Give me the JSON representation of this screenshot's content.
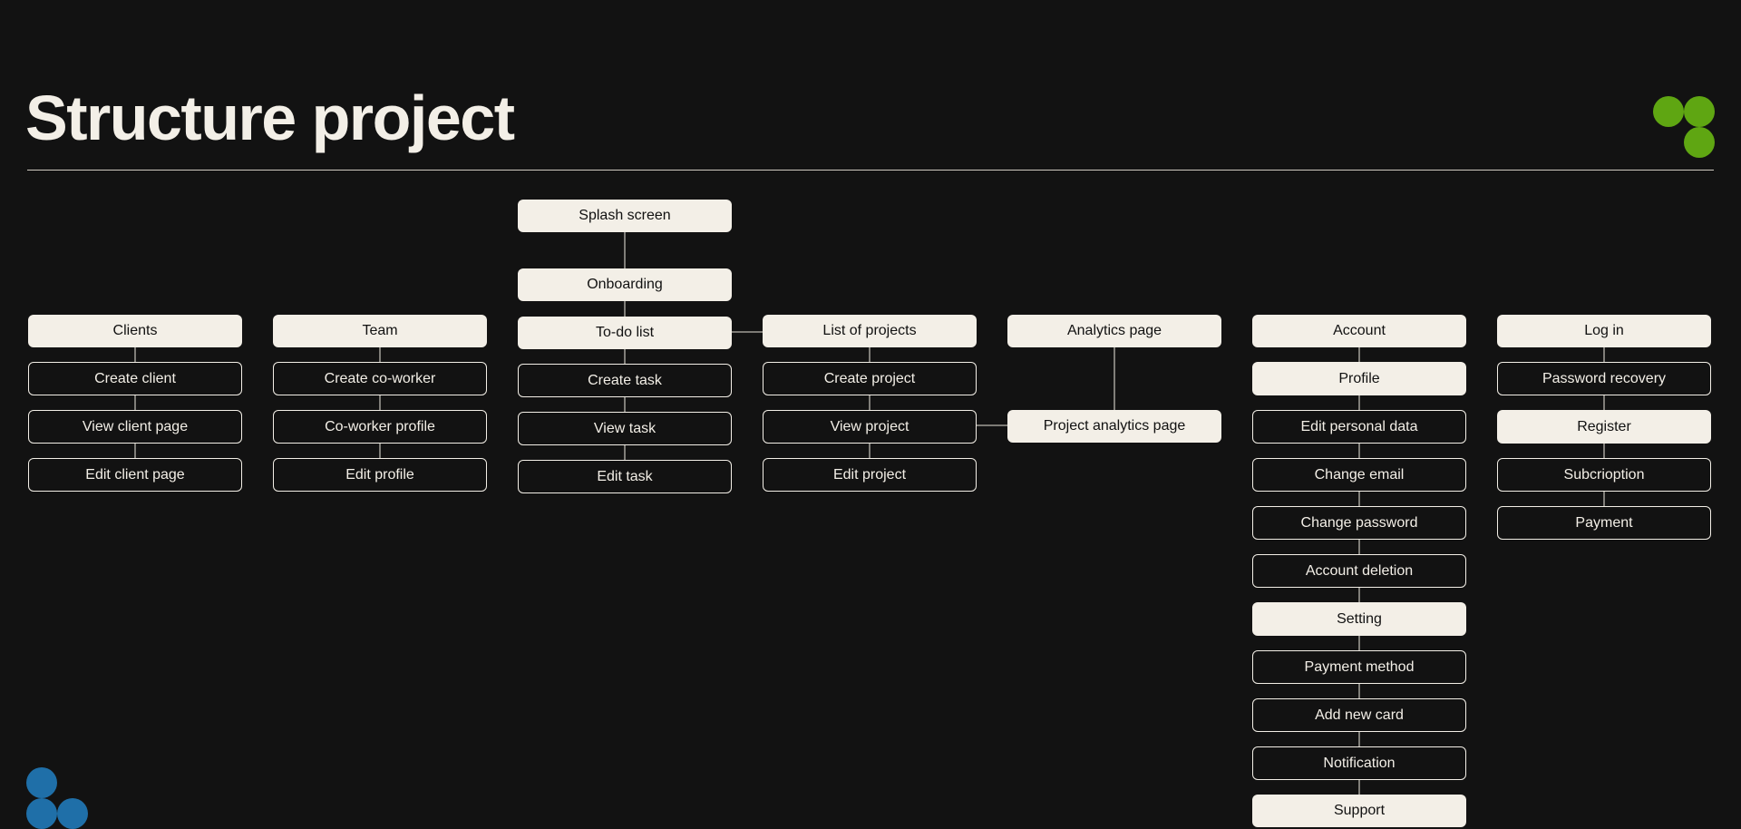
{
  "header": {
    "title": "Structure project"
  },
  "colors": {
    "background": "#121212",
    "filled_node": "#f3efe7",
    "outline_node_border": "#f3efe7",
    "logo_green": "#5fa612",
    "logo_blue": "#1f6fa8"
  },
  "icons": {
    "top_right_logo": "three-green-circles-icon",
    "bottom_left_logo": "three-blue-circles-icon"
  },
  "diagram": {
    "nodes": {
      "splash_screen": "Splash screen",
      "onboarding": "Onboarding",
      "clients": "Clients",
      "create_client": "Create client",
      "view_client_page": "View client page",
      "edit_client_page": "Edit client page",
      "team": "Team",
      "create_co_worker": "Create co-worker",
      "co_worker_profile": "Co-worker profile",
      "edit_profile": "Edit profile",
      "to_do_list": "To-do list",
      "create_task": "Create task",
      "view_task": "View task",
      "edit_task": "Edit task",
      "list_of_projects": "List of projects",
      "create_project": "Create project",
      "view_project": "View project",
      "edit_project": "Edit project",
      "analytics_page": "Analytics page",
      "project_analytics_page": "Project analytics page",
      "account": "Account",
      "profile": "Profile",
      "edit_personal_data": "Edit personal data",
      "change_email": "Change email",
      "change_password": "Change password",
      "account_deletion": "Account deletion",
      "setting": "Setting",
      "payment_method": "Payment method",
      "add_new_card": "Add new card",
      "notification": "Notification",
      "support": "Support",
      "log_in": "Log in",
      "password_recovery": "Password recovery",
      "register": "Register",
      "subcrioption": "Subcrioption",
      "payment": "Payment"
    }
  }
}
